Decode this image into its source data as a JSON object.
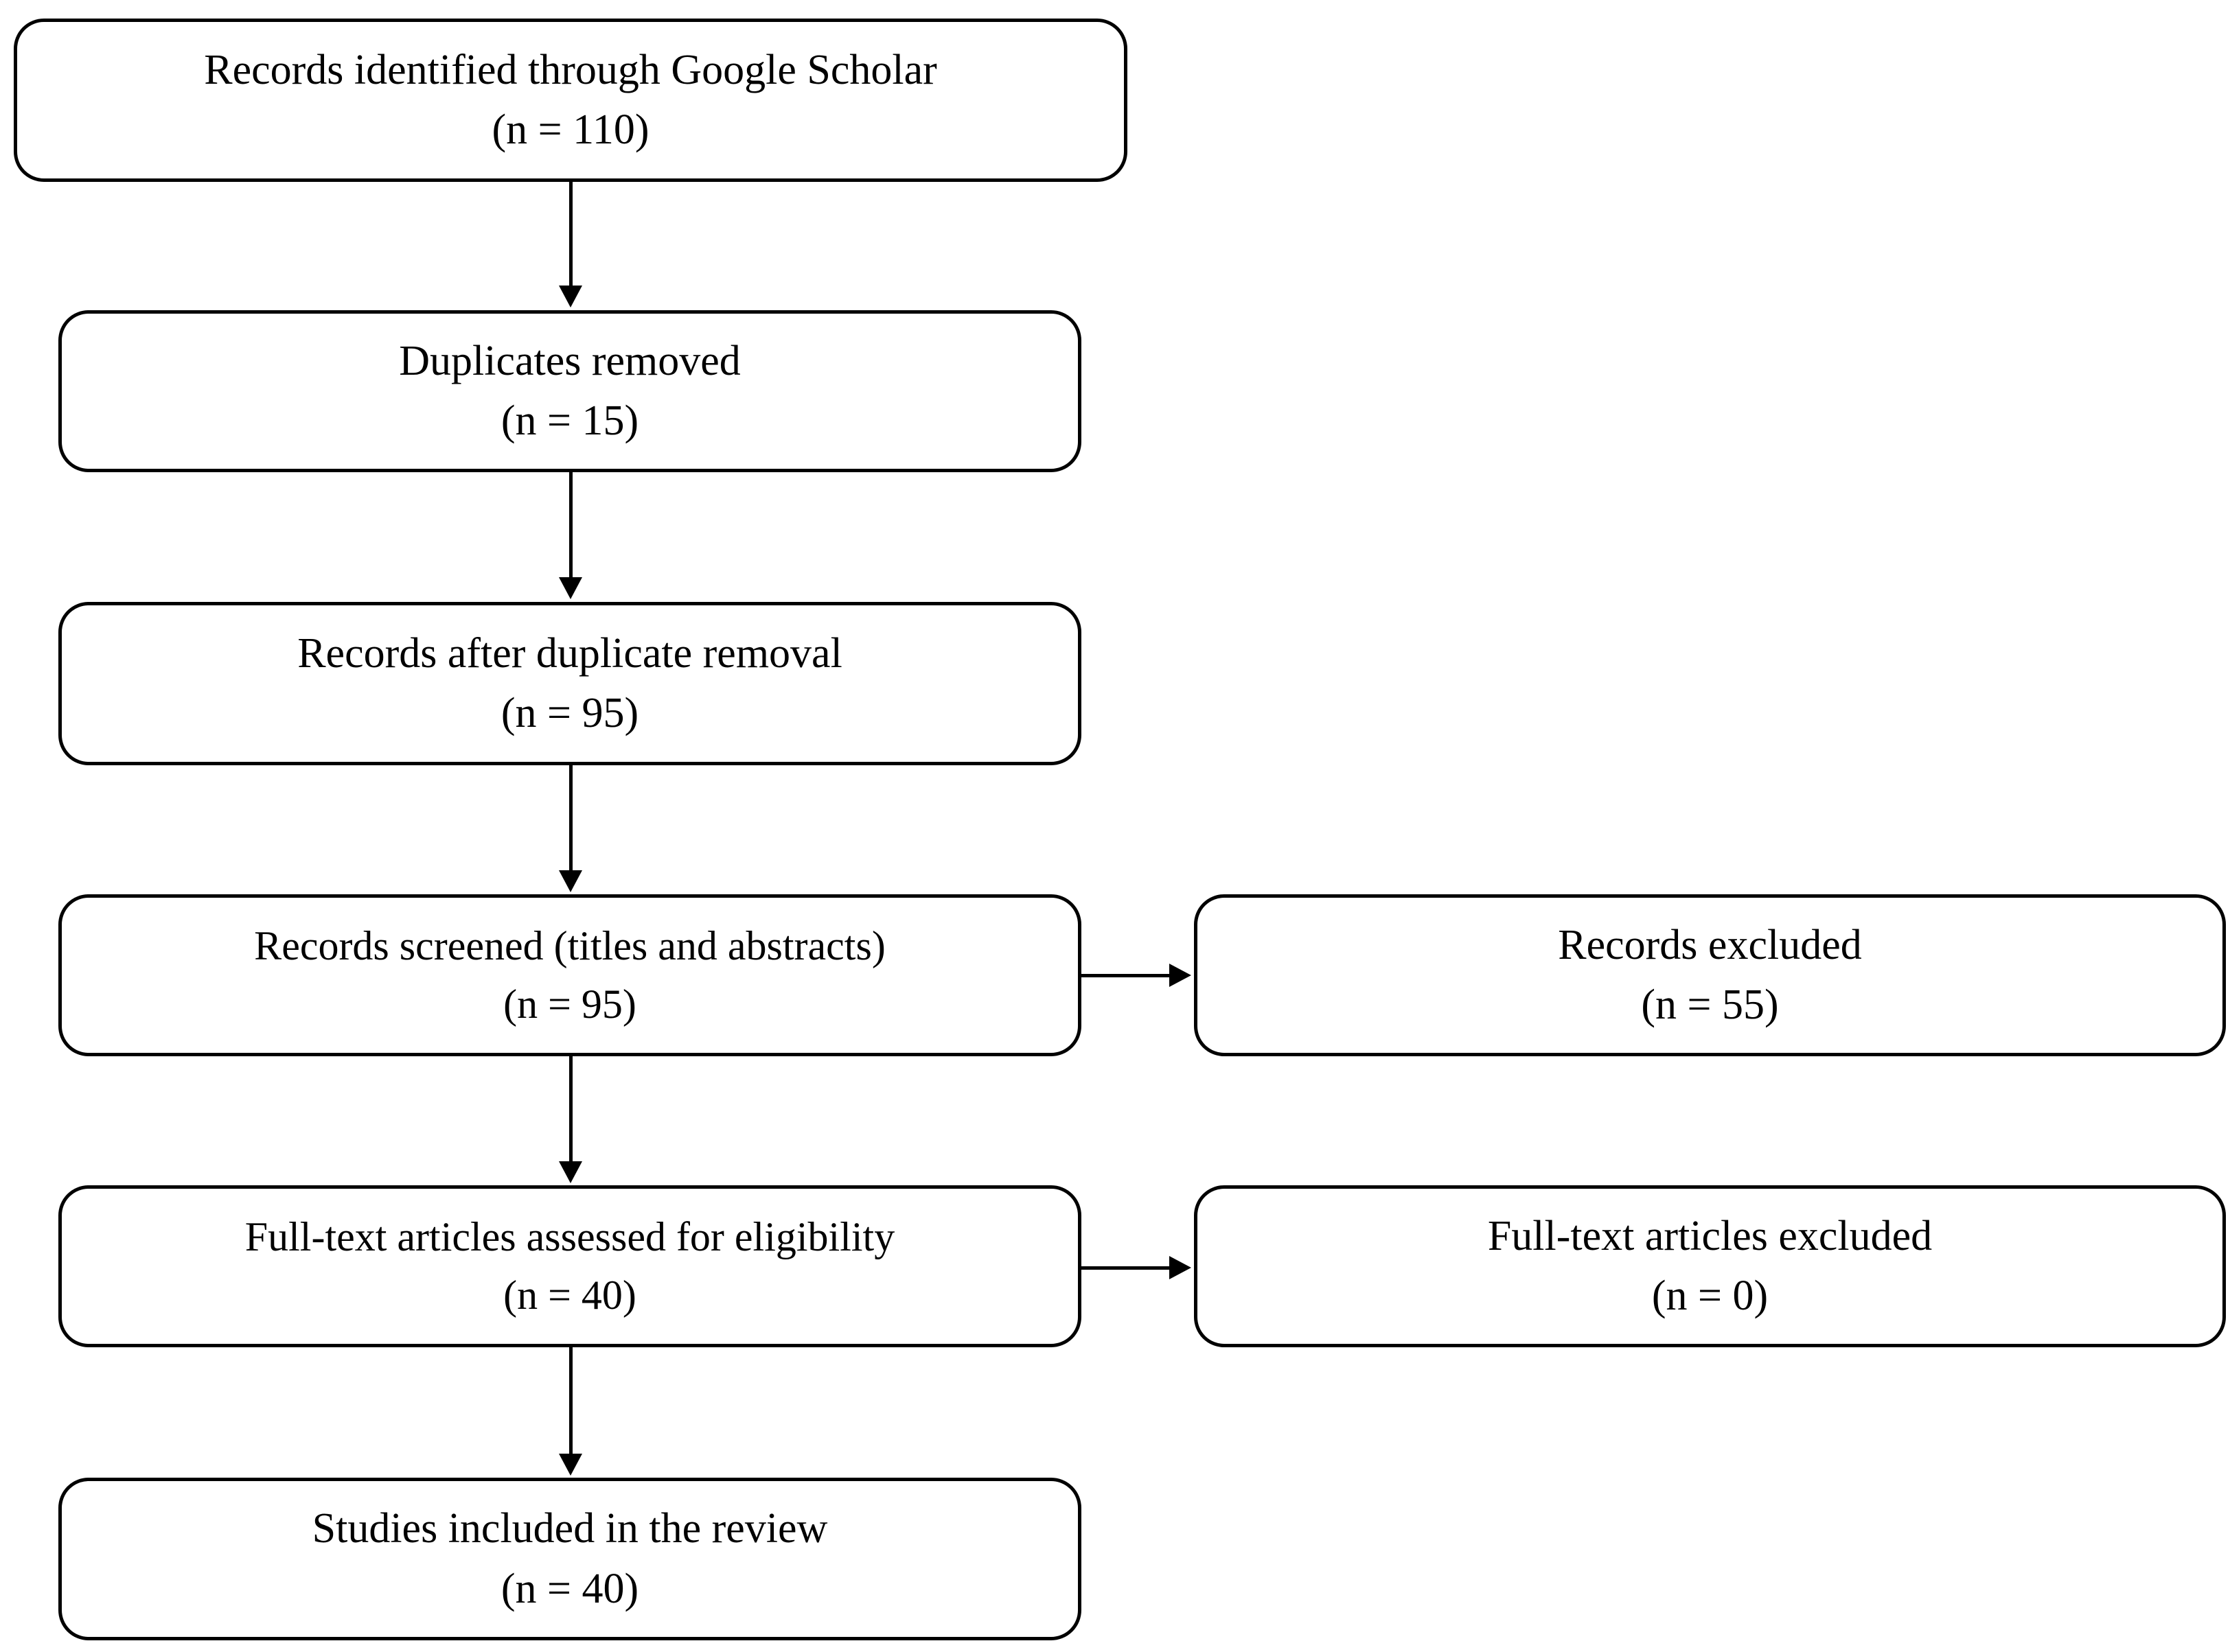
{
  "diagram": {
    "type": "prisma-flow-diagram",
    "orientation": "vertical",
    "line_color": "#000000",
    "box_fill": "#ffffff",
    "nodes": [
      {
        "id": "identified",
        "name": "records-identified",
        "line1": "Records identified through Google Scholar",
        "line2": "(n = 110)",
        "count": 110
      },
      {
        "id": "duplicates",
        "name": "duplicates-removed",
        "line1": "Duplicates removed",
        "line2": "(n = 15)",
        "count": 15
      },
      {
        "id": "after-dup",
        "name": "records-after-duplicate-removal",
        "line1": "Records after duplicate removal",
        "line2": "(n = 95)",
        "count": 95
      },
      {
        "id": "screened",
        "name": "records-screened",
        "line1": "Records screened (titles and abstracts)",
        "line2": "(n = 95)",
        "count": 95
      },
      {
        "id": "records-excluded",
        "name": "records-excluded",
        "line1": "Records excluded",
        "line2": "(n = 55)",
        "count": 55
      },
      {
        "id": "fulltext",
        "name": "full-text-articles-assessed",
        "line1": "Full-text articles assessed for eligibility",
        "line2": "(n = 40)",
        "count": 40
      },
      {
        "id": "fulltext-excluded",
        "name": "full-text-articles-excluded",
        "line1": "Full-text articles excluded",
        "line2": "(n = 0)",
        "count": 0
      },
      {
        "id": "included",
        "name": "studies-included",
        "line1": "Studies included in the review",
        "line2": "(n = 40)",
        "count": 40
      }
    ],
    "edges": [
      {
        "from": "identified",
        "to": "duplicates",
        "direction": "down"
      },
      {
        "from": "duplicates",
        "to": "after-dup",
        "direction": "down"
      },
      {
        "from": "after-dup",
        "to": "screened",
        "direction": "down"
      },
      {
        "from": "screened",
        "to": "records-excluded",
        "direction": "right"
      },
      {
        "from": "screened",
        "to": "fulltext",
        "direction": "down"
      },
      {
        "from": "fulltext",
        "to": "fulltext-excluded",
        "direction": "right"
      },
      {
        "from": "fulltext",
        "to": "included",
        "direction": "down"
      }
    ]
  }
}
